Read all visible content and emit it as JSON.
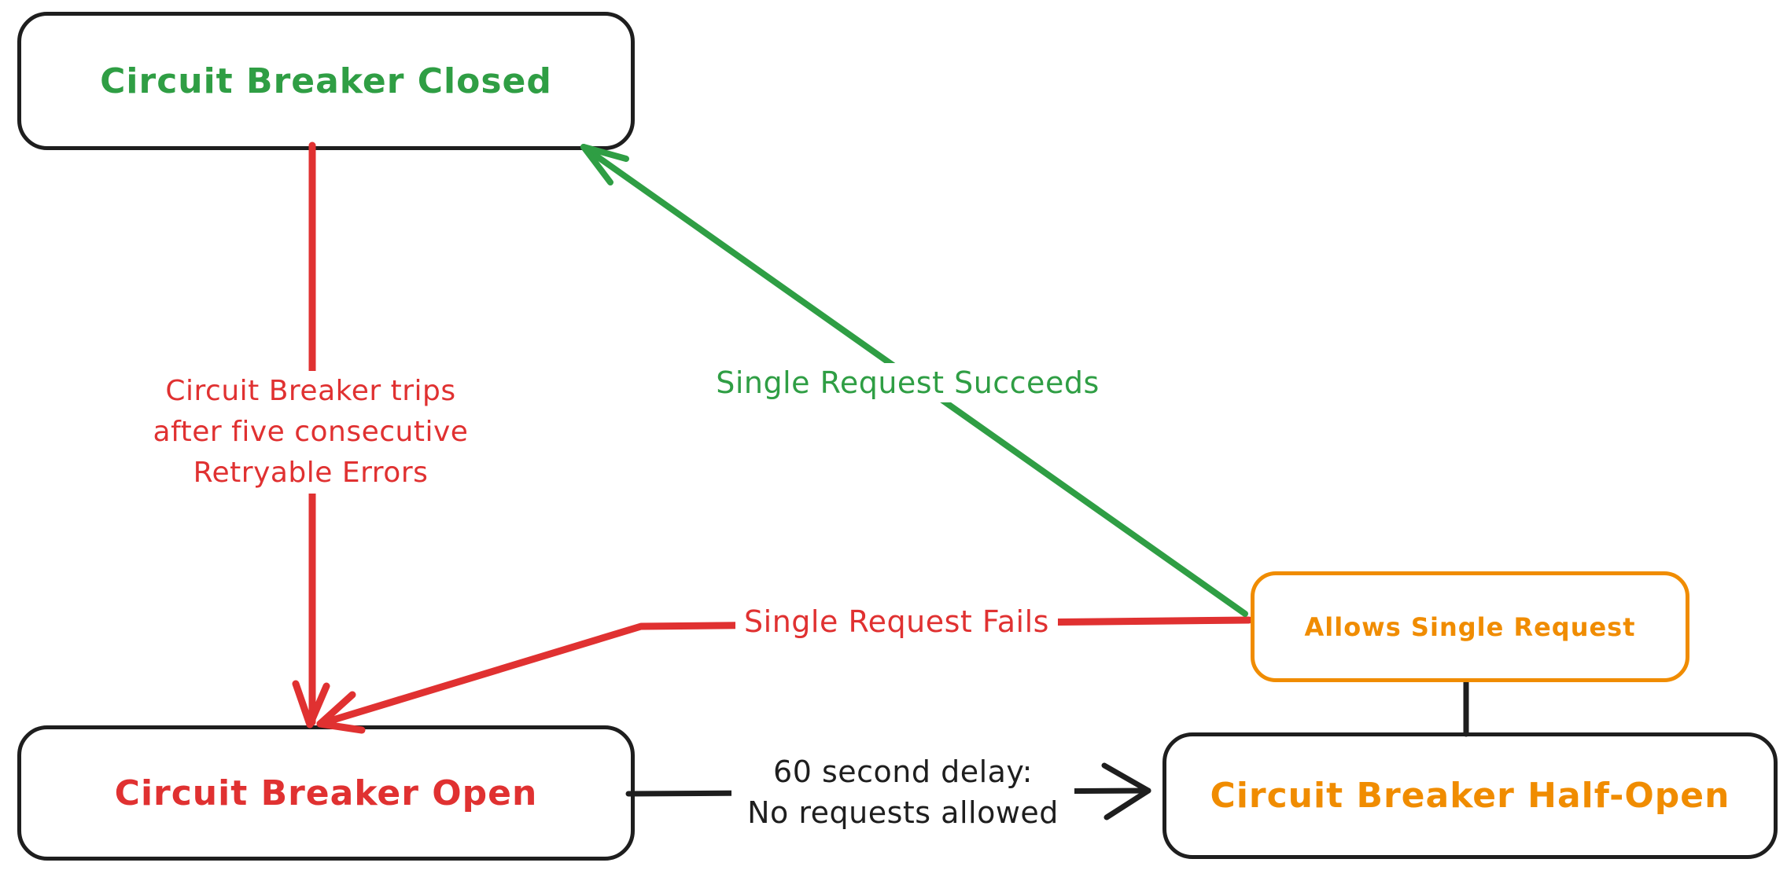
{
  "palette": {
    "green": "#2f9e44",
    "red": "#e03131",
    "orange": "#f08c00",
    "black": "#1e1e1e",
    "background": "#ffffff"
  },
  "diagram": {
    "type": "state-diagram",
    "subject": "circuit-breaker",
    "nodes": [
      {
        "id": "closed",
        "label": "Circuit Breaker Closed",
        "text_color": "#2f9e44",
        "border_color": "#1e1e1e"
      },
      {
        "id": "open",
        "label": "Circuit Breaker Open",
        "text_color": "#e03131",
        "border_color": "#1e1e1e"
      },
      {
        "id": "half-open",
        "label": "Circuit Breaker Half-Open",
        "text_color": "#f08c00",
        "border_color": "#1e1e1e"
      },
      {
        "id": "allows-single-request",
        "label": "Allows Single Request",
        "text_color": "#f08c00",
        "border_color": "#f08c00"
      }
    ],
    "edges": [
      {
        "id": "trip",
        "from": "closed",
        "to": "open",
        "color": "#e03131",
        "arrow": "to",
        "label_lines": [
          "Circuit Breaker trips",
          "after five consecutive",
          "Retryable Errors"
        ]
      },
      {
        "id": "succeed",
        "from": "allows-single-request",
        "to": "closed",
        "color": "#2f9e44",
        "arrow": "to",
        "label_lines": [
          "Single Request Succeeds"
        ]
      },
      {
        "id": "fail",
        "from": "allows-single-request",
        "to": "open",
        "color": "#e03131",
        "arrow": "to",
        "label_lines": [
          "Single Request Fails"
        ]
      },
      {
        "id": "delay",
        "from": "open",
        "to": "half-open",
        "color": "#1e1e1e",
        "arrow": "to",
        "label_lines": [
          "60 second delay:",
          "No requests allowed"
        ]
      },
      {
        "id": "link",
        "from": "half-open",
        "to": "allows-single-request",
        "color": "#1e1e1e",
        "arrow": "none",
        "label_lines": []
      }
    ]
  }
}
